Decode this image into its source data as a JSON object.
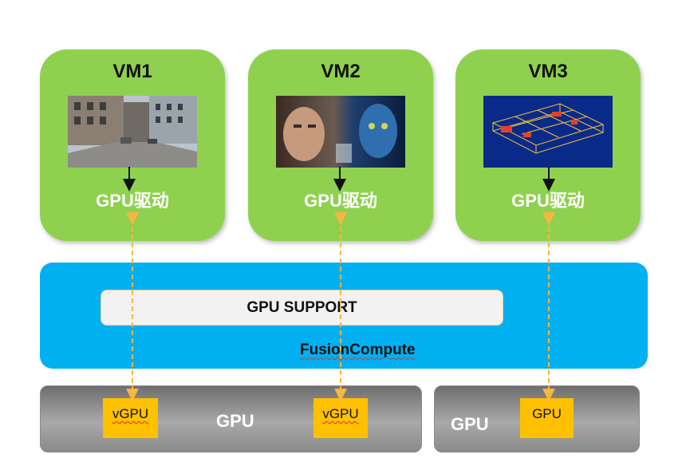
{
  "vms": [
    {
      "title": "VM1",
      "driver": "GPU驱动"
    },
    {
      "title": "VM2",
      "driver": "GPU驱动"
    },
    {
      "title": "VM3",
      "driver": "GPU驱动"
    }
  ],
  "fusioncompute": {
    "support_label": "GPU SUPPORT",
    "platform_label": "FusionCompute"
  },
  "hardware": {
    "gpu1": {
      "label": "GPU",
      "vgpu1": "vGPU",
      "vgpu2": "vGPU"
    },
    "gpu2": {
      "label": "GPU",
      "chip": "GPU"
    }
  },
  "colors": {
    "vm_green": "#8fd14f",
    "platform_blue": "#00b0f0",
    "chip_yellow": "#ffc000",
    "link_orange": "#f5b742"
  }
}
